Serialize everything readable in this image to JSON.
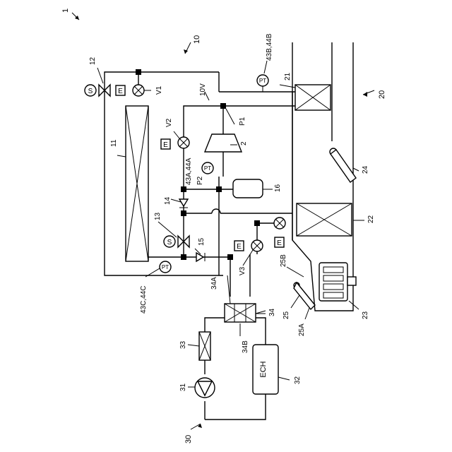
{
  "labels": {
    "fig": "1",
    "system": "10",
    "line_10v": "10V",
    "hvac_unit": "20",
    "coolant_circuit": "30",
    "compressor": "2",
    "outdoor_hx": "11",
    "valve_12": "12",
    "valve_13": "13",
    "check_14": "14",
    "check_15": "15",
    "tank_16": "16",
    "hx_21": "21",
    "hx_22": "22",
    "heater_23": "23",
    "damper_24": "24",
    "damper_25": "25",
    "damper_25a": "25A",
    "damper_25b": "25B",
    "pump_31": "31",
    "ech_32": "32",
    "filter_33": "33",
    "chiller_34": "34",
    "chiller_34a": "34A",
    "chiller_34b": "34B",
    "sensor_43b": "43B,44B",
    "sensor_43a": "43A,44A",
    "sensor_43c": "43C,44C",
    "v1": "V1",
    "v2": "V2",
    "v3": "V3",
    "p1": "P1",
    "p2": "P2"
  },
  "symbols": {
    "pt": "PT",
    "e": "E",
    "s": "S",
    "ech": "ECH"
  }
}
